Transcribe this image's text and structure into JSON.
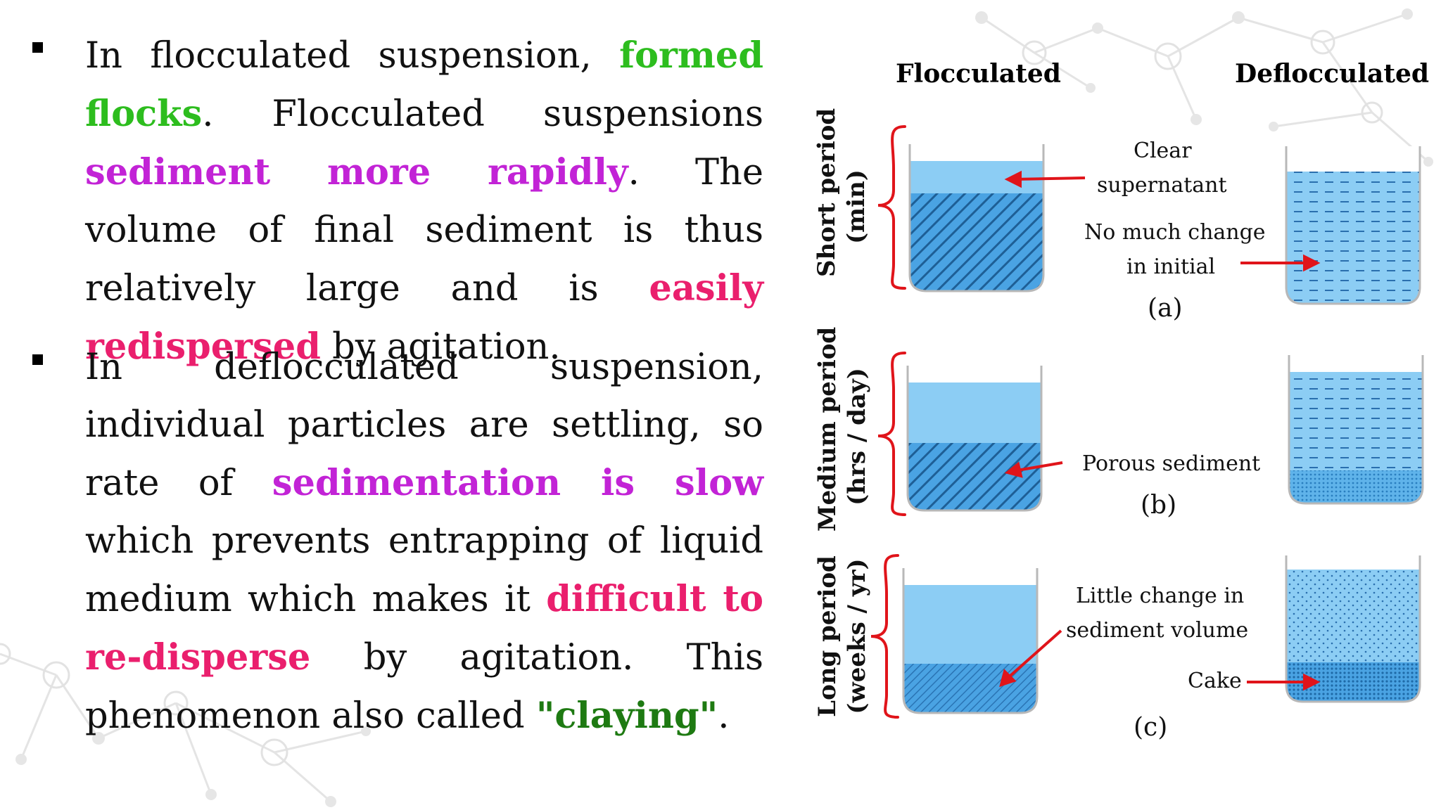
{
  "bullets": [
    {
      "segments": [
        {
          "text": "In flocculated suspension, ",
          "color": "#111111",
          "bold": false
        },
        {
          "text": "formed flocks",
          "color": "#2dbd1e",
          "bold": true
        },
        {
          "text": ". Flocculated suspensions ",
          "color": "#111111",
          "bold": false
        },
        {
          "text": "sediment more rapidly",
          "color": "#c223d6",
          "bold": true
        },
        {
          "text": ". The volume of final sediment is thus relatively large and is ",
          "color": "#111111",
          "bold": false
        },
        {
          "text": "easily redispersed",
          "color": "#ea1f6d",
          "bold": true
        },
        {
          "text": " by agitation.",
          "color": "#111111",
          "bold": false
        }
      ]
    },
    {
      "segments": [
        {
          "text": "In deflocculated suspension, individual particles are settling, so rate of ",
          "color": "#111111",
          "bold": false
        },
        {
          "text": "sedimentation is slow",
          "color": "#c223d6",
          "bold": true
        },
        {
          "text": " which prevents entrapping of liquid medium which makes it ",
          "color": "#111111",
          "bold": false
        },
        {
          "text": "difficult to re-disperse",
          "color": "#ea1f6d",
          "bold": true
        },
        {
          "text": " by agitation. This phenomenon also called ",
          "color": "#111111",
          "bold": false
        },
        {
          "text": "\"claying\"",
          "color": "#1e7a12",
          "bold": true
        },
        {
          "text": ".",
          "color": "#111111",
          "bold": false
        }
      ]
    }
  ],
  "diagram": {
    "column_titles": {
      "flocculated": "Flocculated",
      "deflocculated": "Deflocculated"
    },
    "periods": [
      {
        "line1": "Short period",
        "line2": "(min)"
      },
      {
        "line1": "Medium period",
        "line2": "(hrs / day)"
      },
      {
        "line1": "Long period",
        "line2": "(weeks / yr)"
      }
    ],
    "annotations": {
      "clear_line1": "Clear",
      "clear_line2": "supernatant",
      "no_change_line1": "No much change",
      "no_change_line2": "in initial",
      "porous": "Porous sediment",
      "little_line1": "Little change in",
      "little_line2": "sediment volume",
      "cake": "Cake"
    },
    "panel_letters": [
      "(a)",
      "(b)",
      "(c)"
    ]
  },
  "colors": {
    "liquid": "#8ccdf4",
    "sediment": "#4aa3e3",
    "hatch": "#1e5f96",
    "arrow": "#e0141a",
    "brace": "#e0141a",
    "network": "#d6d6d6"
  }
}
